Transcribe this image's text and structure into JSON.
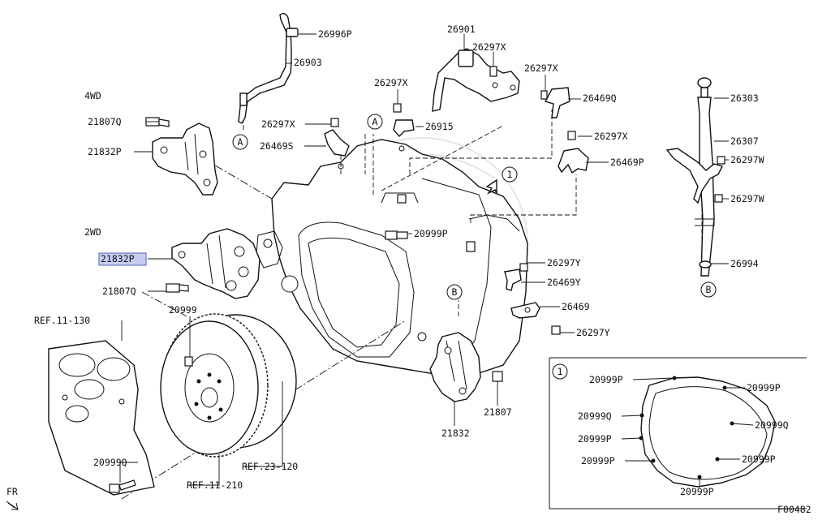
{
  "labels": {
    "p26996P": "26996P",
    "p26903": "26903",
    "p26901": "26901",
    "p26297X_a": "26297X",
    "p26297X_b": "26297X",
    "p26297X_c": "26297X",
    "p26297X_d": "26297X",
    "p26297X_e": "26297X",
    "p26469Q": "26469Q",
    "p26915": "26915",
    "p26469S": "26469S",
    "p26469P": "26469P",
    "p26303": "26303",
    "p26307": "26307",
    "p26297W_a": "26297W",
    "p26297W_b": "26297W",
    "p26994": "26994",
    "p20999P_main": "20999P",
    "p26297Y_a": "26297Y",
    "p26469Y": "26469Y",
    "p26469": "26469",
    "p26297Y_b": "26297Y",
    "p21807Q_4wd": "21807Q",
    "p21832P_4wd": "21832P",
    "p21832P_2wd": "21832P",
    "p21807Q_2wd": "21807Q",
    "p20999": "20999",
    "ref11_130": "REF.11-130",
    "ref23_120": "REF.23-120",
    "ref11_210": "REF.11-210",
    "p20999Q_main": "20999Q",
    "p21832": "21832",
    "p21807": "21807",
    "fr": "FR",
    "code": "F00482"
  },
  "groups": {
    "wd4": "4WD",
    "wd2": "2WD"
  },
  "markers": {
    "A": "A",
    "B": "B",
    "one": "1"
  },
  "inset": {
    "marker": "1",
    "left": [
      "20999P",
      "20999Q",
      "20999P",
      "20999P"
    ],
    "right": [
      "20999P",
      "20999Q",
      "20999P"
    ],
    "bottom": "20999P"
  },
  "highlight_color": "#c8cdf0",
  "highlight_border": "#5060c0"
}
